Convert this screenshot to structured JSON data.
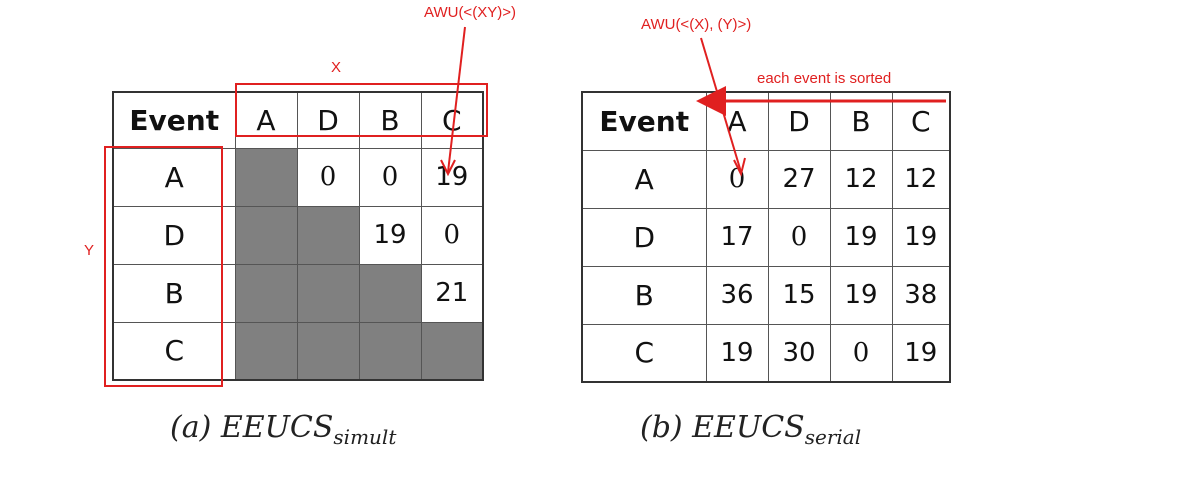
{
  "table_a": {
    "header": "Event",
    "columns": [
      "A",
      "D",
      "B",
      "C"
    ],
    "rows": [
      {
        "label": "A",
        "cells": [
          null,
          "0",
          "0",
          "19"
        ]
      },
      {
        "label": "D",
        "cells": [
          null,
          null,
          "19",
          "0"
        ]
      },
      {
        "label": "B",
        "cells": [
          null,
          null,
          null,
          "21"
        ]
      },
      {
        "label": "C",
        "cells": [
          null,
          null,
          null,
          null
        ]
      }
    ],
    "caption_prefix": "(a) EEUCS",
    "caption_sub": "simult"
  },
  "table_b": {
    "header": "Event",
    "columns": [
      "A",
      "D",
      "B",
      "C"
    ],
    "rows": [
      {
        "label": "A",
        "cells": [
          "0",
          "27",
          "12",
          "12"
        ]
      },
      {
        "label": "D",
        "cells": [
          "17",
          "0",
          "19",
          "19"
        ]
      },
      {
        "label": "B",
        "cells": [
          "36",
          "15",
          "19",
          "38"
        ]
      },
      {
        "label": "C",
        "cells": [
          "19",
          "30",
          "0",
          "19"
        ]
      }
    ],
    "caption_prefix": "(b) EEUCS",
    "caption_sub": "serial"
  },
  "annotations": {
    "x_label": "X",
    "y_label": "Y",
    "awu_xy": "AWU(<(XY)>)",
    "awu_x_y": "AWU(<(X), (Y)>)",
    "sorted_note": "each event is sorted",
    "color": "#e02020"
  }
}
